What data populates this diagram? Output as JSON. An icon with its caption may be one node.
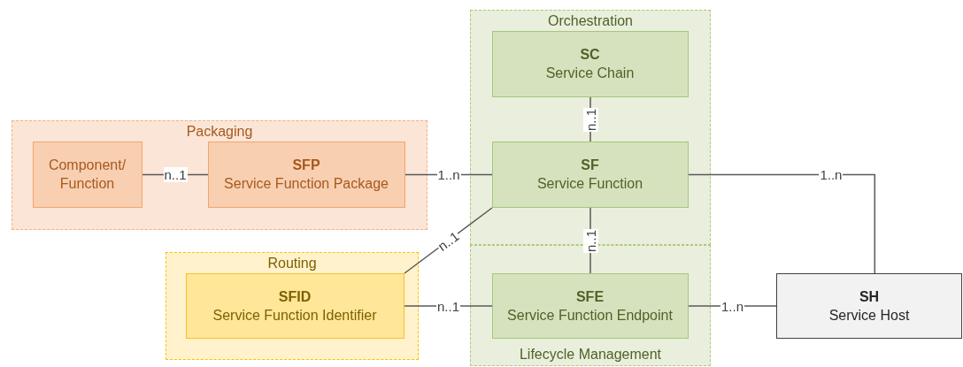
{
  "diagram": {
    "nodes": [
      {
        "text": [
          "Packaging"
        ]
      },
      {
        "text": [
          "Component/ Function"
        ],
        "in": 0
      },
      {
        "text": [
          "SFP",
          "Service Function Package"
        ],
        "in": 0
      },
      {
        "text": [
          "Orchestration"
        ]
      },
      {
        "text": [
          "SC",
          "Service Chain"
        ],
        "in": 3
      },
      {
        "text": [
          "SF",
          "Service Function"
        ],
        "in": 3
      },
      {
        "text": [
          "Lifecycle Management"
        ]
      },
      {
        "text": [
          "SFE",
          "Service Function Endpoint"
        ],
        "in": 6
      },
      {
        "text": [
          "Routing"
        ]
      },
      {
        "text": [
          "SFID",
          "Service Function Identifier"
        ],
        "in": 8
      },
      {
        "text": [
          "SH",
          "Service Host"
        ]
      }
    ],
    "edges": [
      {
        "from": 1,
        "to": 2,
        "arrow": "none",
        "label": "n..1"
      },
      {
        "from": 2,
        "to": 5,
        "arrow": "none",
        "label": "1..n"
      },
      {
        "from": 4,
        "to": 5,
        "arrow": "none",
        "label": "n..1"
      },
      {
        "from": 5,
        "to": 7,
        "arrow": "none",
        "label": "n..1"
      },
      {
        "from": 9,
        "to": 5,
        "arrow": "none",
        "label": "n..1"
      },
      {
        "from": 9,
        "to": 7,
        "arrow": "none",
        "label": "n..1"
      },
      {
        "from": 5,
        "to": 10,
        "arrow": "none",
        "label": "1..n"
      },
      {
        "from": 7,
        "to": 10,
        "arrow": "none",
        "label": "1..n"
      }
    ]
  }
}
